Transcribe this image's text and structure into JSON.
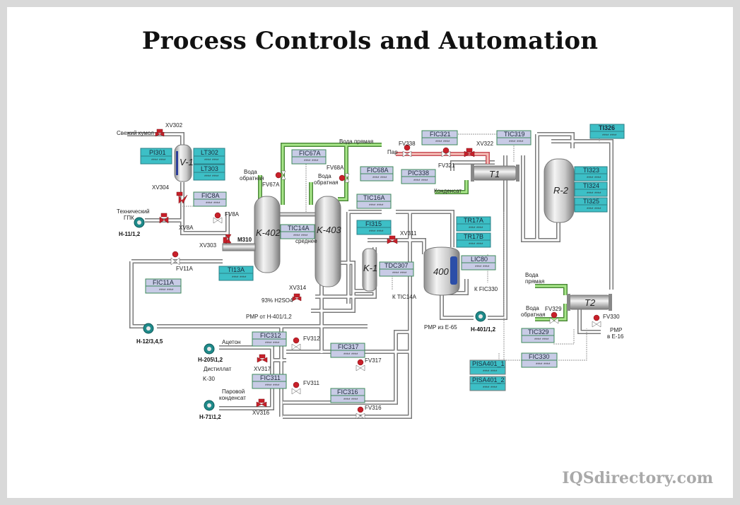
{
  "title": "Process Controls and Automation",
  "watermark": "IQSdirectory.com",
  "colors": {
    "teal_box": "#3dbfc6",
    "lavender_box": "#c8cbe6",
    "box_border": "#3d8a5a",
    "pipe": "#9a9a9a",
    "water_pipe": "#8fd86a",
    "steam_pipe": "#f2a9a0",
    "valve": "#c8202a",
    "pump": "#1f8a8a"
  },
  "placeholder_value": "**** ****",
  "vessels": {
    "v1": "V-1",
    "k402": "K-402",
    "k403": "K-403",
    "k1": "K-1",
    "v400": "400",
    "r2": "R-2",
    "t1": "T1",
    "t2": "T2",
    "m310": "M310"
  },
  "instruments": {
    "pi301": "PI301",
    "lt302": "LT302",
    "lt303": "LT303",
    "fic8a": "FIC8A",
    "ti13a": "TI13A",
    "fic11a": "FIC11A",
    "fic67a": "FIC67A",
    "fic68a": "FIC68A",
    "tic14a": "TIC14A",
    "tic16a": "TIC16A",
    "fi315": "FI315",
    "tdc307": "TDC307",
    "fic321": "FIC321",
    "tic319": "TIC319",
    "pic338": "PIC338",
    "tr17a": "TR17A",
    "tr17b": "TR17B",
    "lic80": "LIC80",
    "ti326": "TI326",
    "ti323": "TI323",
    "ti324": "TI324",
    "ti325": "TI325",
    "tic329": "TIC329",
    "fic330": "FIC330",
    "pisa401_1": "PISA401_1",
    "pisa401_2": "PISA401_2",
    "fic312": "FIC312",
    "fic311": "FIC311",
    "fic317": "FIC317",
    "fic316": "FIC316"
  },
  "valves": {
    "xv302": "XV302",
    "xv304": "XV304",
    "xv8a": "XV8A",
    "fv8a": "FV8A",
    "xv303": "XV303",
    "fv11a": "FV11A",
    "fv67a": "FV67A",
    "fv68a": "FV68A",
    "xv314": "XV314",
    "xv311": "XV311",
    "fv338": "FV338",
    "fv321": "FV321",
    "xv322": "XV322",
    "fv329": "FV329",
    "fv330": "FV330",
    "xv317": "XV317",
    "xv316": "XV316",
    "fv312": "FV312",
    "fv311": "FV311",
    "fv317": "FV317",
    "fv316": "FV316"
  },
  "pumps": {
    "h11": "H-11/1,2",
    "h12": "H-12/3,4,5",
    "h205": "H-205\\1,2",
    "h71": "H-71\\1,2",
    "h401": "H-401/1,2"
  },
  "streams": {
    "fresh_cumene": "Свежий кумол",
    "tech_gpk_1": "Технический",
    "tech_gpk_2": "ГПК",
    "water_return_1": "Вода",
    "water_return_2": "обратная",
    "water_direct": "Вода прямая",
    "water_direct_1": "Вода",
    "water_direct_2": "прямая",
    "steam": "Пар",
    "condensate": "Конденсат",
    "sredneye": "среднее",
    "h2so4": "93% H2SO4",
    "pmp_h401": "PMP от H-401/1,2",
    "to_tic14a": "К TIC14A",
    "to_fic330": "К FIC330",
    "pmp_e65": "PMP из E-65",
    "pmp_e16_1": "PMP",
    "pmp_e16_2": "в E-16",
    "acetone": "Ацетон",
    "distillate": "Дистиллат",
    "k30": "K-30",
    "steam_cond_1": "Паровой",
    "steam_cond_2": "конденсат"
  }
}
